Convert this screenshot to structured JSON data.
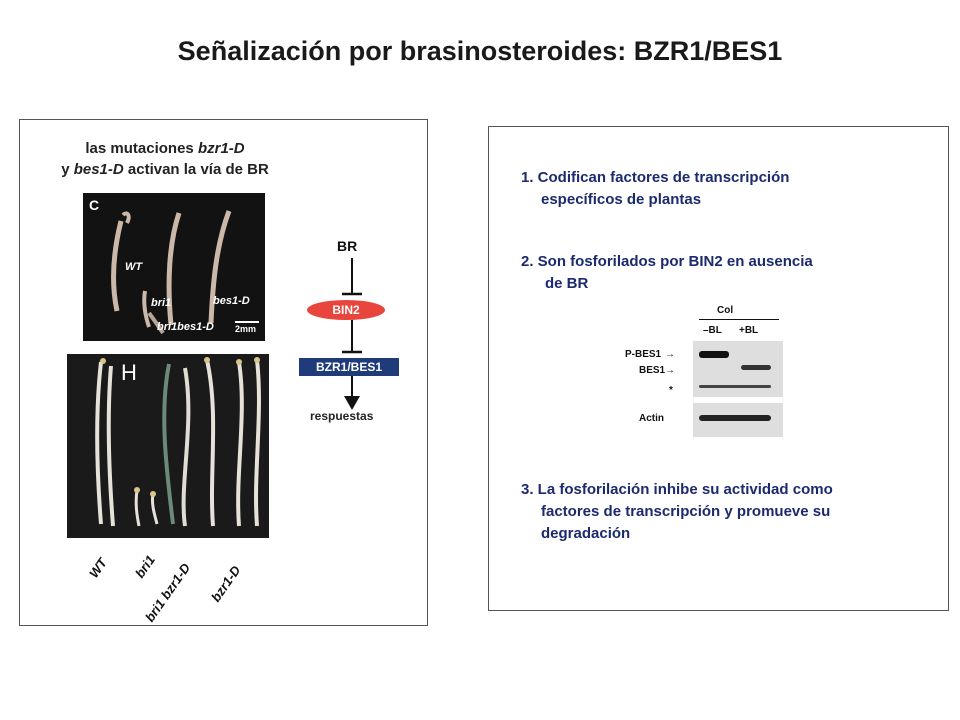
{
  "title": "Señalización por brasinosteroides: BZR1/BES1",
  "left_panel": {
    "caption_line1_pre": "las mutaciones ",
    "caption_line1_em": "bzr1-D",
    "caption_line2_pre": "y ",
    "caption_line2_em": "bes1-D",
    "caption_line2_post": " activan la vía de BR",
    "photo_c": {
      "letter": "C",
      "labels": {
        "wt": "WT",
        "bri1": "bri1",
        "bes1d": "bes1-D",
        "bri1bes1d": "bri1bes1-D"
      },
      "scale": "2mm"
    },
    "photo_h": {
      "letter": "H",
      "labels": {
        "wt": "WT",
        "bri1": "bri1",
        "bri1bzr1d": "bri1 bzr1-D",
        "bzr1d": "bzr1-D"
      }
    },
    "pathway": {
      "br": "BR",
      "bin2": "BIN2",
      "bzr": "BZR1/BES1",
      "response": "respuestas"
    }
  },
  "right_panel": {
    "item1_line1": "1. Codifican factores de transcripción",
    "item1_line2": "específicos de plantas",
    "item2_line1": "2. Son fosforilados por BIN2 en ausencia",
    "item2_line2": "de BR",
    "blot": {
      "col": "Col",
      "minus_bl": "–BL",
      "plus_bl": "+BL",
      "p_bes1": "P-BES1",
      "bes1": "BES1",
      "star": "*",
      "actin": "Actin"
    },
    "item3_line1": "3. La fosforilación inhibe su actividad como",
    "item3_line2": "factores de transcripción y promueve su",
    "item3_line3": "degradación"
  }
}
